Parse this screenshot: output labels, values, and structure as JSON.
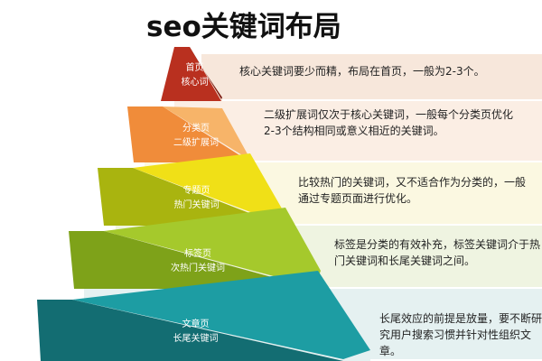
{
  "title": "seo关键词布局",
  "tiers": [
    {
      "name": "首页",
      "keyword": "核心词",
      "description": "核心关键词要少而精，布局在首页，一般为2-3个。",
      "colors": {
        "front": "#b9301f",
        "side": "#7c1c12",
        "band": "#f7e7db"
      }
    },
    {
      "name": "分类页",
      "keyword": "二级扩展词",
      "description": "二级扩展词仅次于核心关键词，一般每个分类页优化2-3个结构相同或意义相近的关键词。",
      "colors": {
        "front": "#f08c3a",
        "side": "#f7b469",
        "band": "#fbeee4"
      }
    },
    {
      "name": "专题页",
      "keyword": "热门关键词",
      "description": "比较热门的关键词，又不适合作为分类的，一般通过专题页面进行优化。",
      "colors": {
        "front": "#a9b40f",
        "side": "#f0e017",
        "band": "#fbf8e1"
      }
    },
    {
      "name": "标签页",
      "keyword": "次热门关键词",
      "description": "标签是分类的有效补充，标签关键词介于热门关键词和长尾关键词之间。",
      "colors": {
        "front": "#7ea219",
        "side": "#a5c92c",
        "band": "#eff4e1"
      }
    },
    {
      "name": "文章页",
      "keyword": "长尾关键词",
      "description": "长尾效应的前提是放量，要不断研究用户搜索习惯并针对性组织文章。",
      "colors": {
        "front": "#136d72",
        "side": "#1d9da3",
        "band": "#e5f1f1"
      }
    }
  ]
}
